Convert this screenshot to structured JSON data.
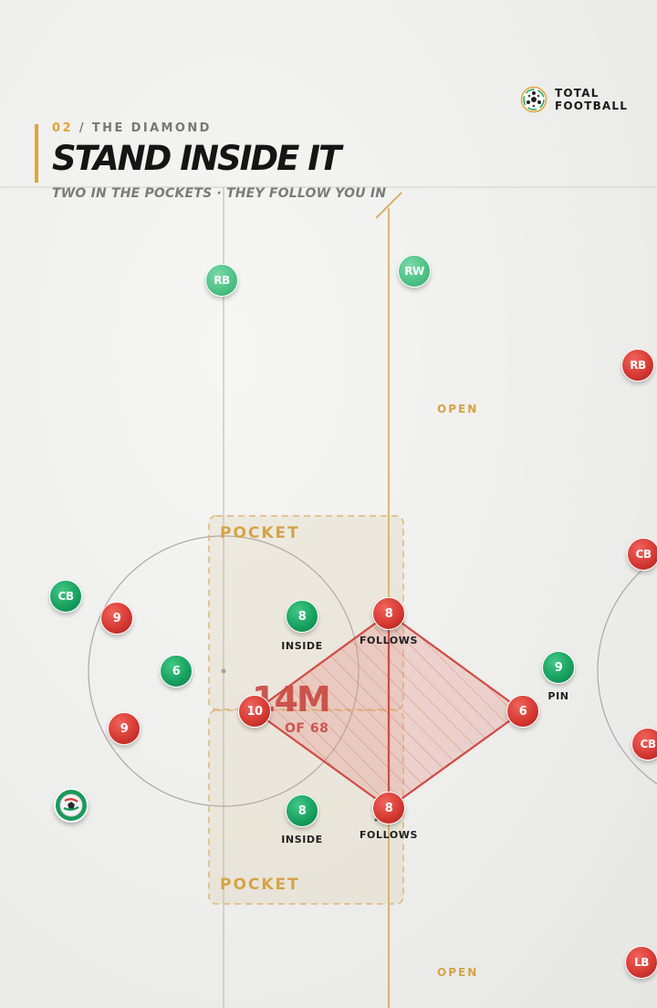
{
  "brand": {
    "line1": "TOTAL",
    "line2": "FOOTBALL",
    "logo_icon": "football-logo-icon"
  },
  "header": {
    "kicker_number": "02",
    "kicker_text": " / THE DIAMOND",
    "title": "STAND INSIDE IT",
    "subtitle": "TWO IN THE POCKETS · THEY FOLLOW YOU IN"
  },
  "zones": {
    "pocket_top": "POCKET",
    "pocket_bottom": "POCKET",
    "open_top": "OPEN",
    "open_bottom": "OPEN"
  },
  "stat": {
    "value": "14M",
    "sub": "OF 68"
  },
  "colors": {
    "team": "#18a25f",
    "opponent": "#d63a33",
    "accent": "#e2a437"
  },
  "players": [
    {
      "id": "rb-green",
      "label": "RB",
      "team": "green"
    },
    {
      "id": "rw-green",
      "label": "RW",
      "team": "green"
    },
    {
      "id": "cb-green",
      "label": "CB",
      "team": "green"
    },
    {
      "id": "six-green",
      "label": "6",
      "team": "green"
    },
    {
      "id": "eight-green-top",
      "label": "8",
      "team": "green",
      "tag": "INSIDE"
    },
    {
      "id": "eight-green-bottom",
      "label": "8",
      "team": "green",
      "tag": "INSIDE"
    },
    {
      "id": "nine-green",
      "label": "9",
      "team": "green",
      "tag": "PIN"
    },
    {
      "id": "rb-red",
      "label": "RB",
      "team": "red"
    },
    {
      "id": "cb-red-top",
      "label": "CB",
      "team": "red"
    },
    {
      "id": "cb-red-bottom",
      "label": "CB",
      "team": "red"
    },
    {
      "id": "lb-red",
      "label": "LB",
      "team": "red"
    },
    {
      "id": "nine-red-top",
      "label": "9",
      "team": "red"
    },
    {
      "id": "nine-red-bottom",
      "label": "9",
      "team": "red"
    },
    {
      "id": "ten-red",
      "label": "10",
      "team": "red"
    },
    {
      "id": "eight-red-top",
      "label": "8",
      "team": "red",
      "tag": "FOLLOWS"
    },
    {
      "id": "eight-red-bottom",
      "label": "8",
      "team": "red",
      "tag": "FOLLOWS"
    },
    {
      "id": "six-red",
      "label": "6",
      "team": "red"
    }
  ]
}
